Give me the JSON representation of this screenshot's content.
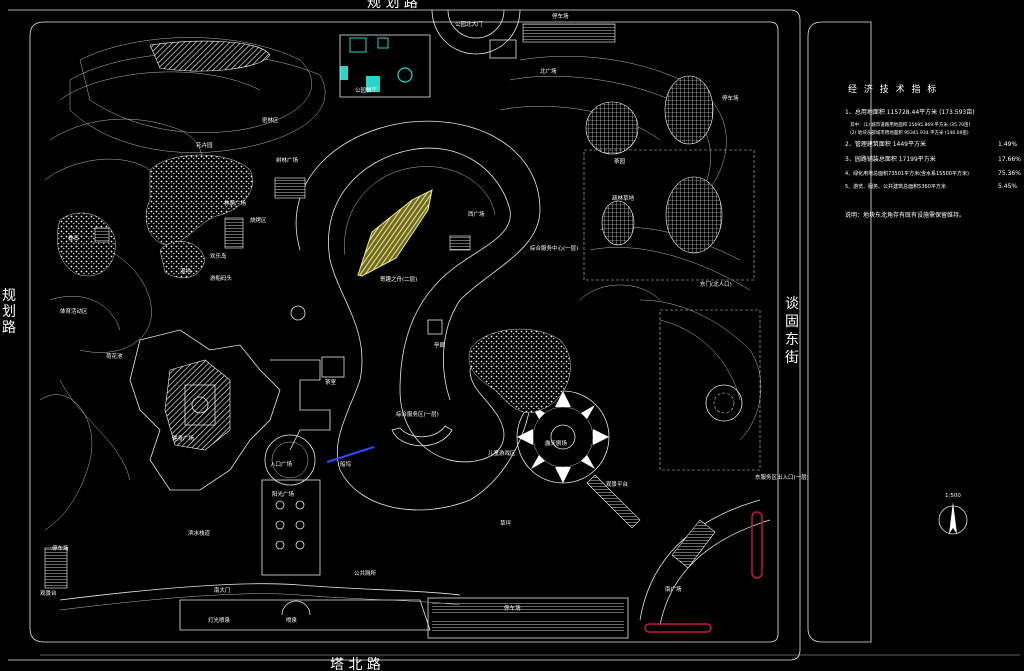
{
  "streets": {
    "north": "规 划 路",
    "west": "规\n划\n路",
    "east": "谈\n固\n东\n街",
    "south": "塔 北 路"
  },
  "indicators": {
    "title": "经 济 技 术 指 标",
    "rows": [
      {
        "text": "1、总用地面积  115728.44平方米  (173.593亩)",
        "ratio": ""
      },
      {
        "text": "其中：(1) 城市道路用地面积 25695.869 平方米 (35.70亩)",
        "ratio": ""
      },
      {
        "text": "(2) 地块东部城市用地面积 95341.934 平方米 (146.69亩)",
        "ratio": ""
      },
      {
        "text": "2、管理建筑面积  1449平方米",
        "ratio": "1.49%"
      },
      {
        "text": "3、园路铺装总面积  17199平方米",
        "ratio": "17.66%"
      },
      {
        "text": "4、绿化用地总面积73501平方米(含水系15500平方米)",
        "ratio": "75.36%"
      },
      {
        "text": "5、游览、服务、公共建筑总面积5360平方米",
        "ratio": "5.45%"
      }
    ],
    "note": "说明：地块东北角存有既有设施需保留维持。"
  },
  "scale": "1:500",
  "labels": {
    "north_gate": "公园北大门",
    "parking_n": "停车场",
    "parking_e": "停车场",
    "parking_s": "停车场",
    "lake_boat": "游船码头",
    "restaurant": "公园餐厅",
    "lake_name": "寄趣之舟(二层)",
    "tea_house": "茶室",
    "pavilion": "亭廊",
    "square_w": "林荫广场",
    "square_e": "西广场",
    "water_sports": "欢乐岛",
    "kids_area": "儿童游戏区",
    "service_center": "综合服务中心(一层)",
    "service_center2": "综合服务区(一层)",
    "east_entrance": "东门(北人口)",
    "east_service": "东服务区出入口(一层)",
    "south_plaza": "南广场",
    "south_entrance": "南大门",
    "theater": "露天剧场",
    "dance_square": "健身广场",
    "wetland": "湿地",
    "parking_w": "停车场",
    "bbq": "烧烤区",
    "rock": "叠石",
    "woods": "密林区",
    "flower": "花卉园",
    "forest": "树林广场",
    "sports": "体育活动区",
    "public_wc": "公共厕所",
    "light_show": "灯光喷泉",
    "fountain": "喷泉",
    "gate_sq": "入口广场",
    "slope": "观景平台",
    "bridge": "滨水栈道",
    "meadow": "草坪",
    "teahouse2": "茶园",
    "landmark": "观景台",
    "sun_square": "阳光广场",
    "boat_deck": "船坞",
    "lotus": "荷花池",
    "plaza_n": "北广场",
    "grass_e": "疏林草地"
  },
  "colors": {
    "background": "#000000",
    "linework": "#ffffff",
    "highlight_yellow": "#e8e27a",
    "path_blue": "#2e48ff",
    "kerb_red": "#c0164a",
    "water_cyan": "#2ad4c6"
  }
}
